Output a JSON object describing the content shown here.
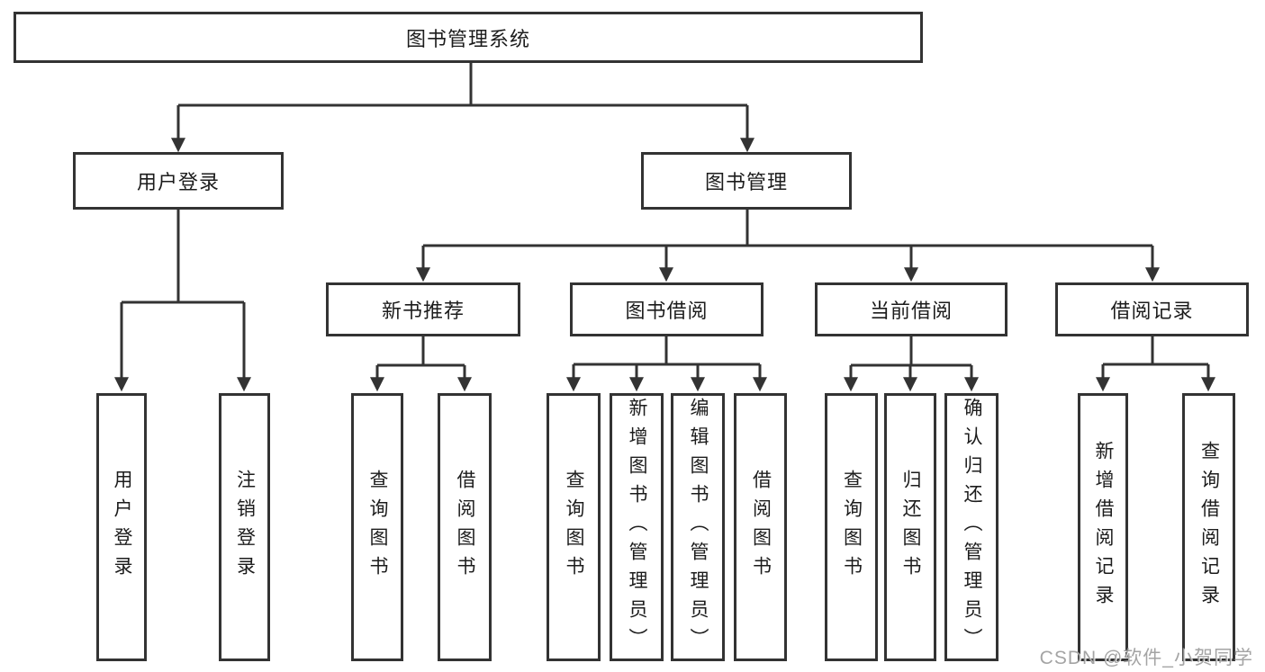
{
  "colors": {
    "line": "#333333",
    "box_border": "#333333",
    "text": "#1c1c1c",
    "watermark": "#949494"
  },
  "tree": {
    "root": "图书管理系统",
    "children": [
      {
        "label": "用户登录",
        "children": [
          "用户登录",
          "注销登录"
        ]
      },
      {
        "label": "图书管理",
        "children": [
          {
            "label": "新书推荐",
            "children": [
              "查询图书",
              "借阅图书"
            ]
          },
          {
            "label": "图书借阅",
            "children": [
              "查询图书",
              "新增图书（管理员）",
              "编辑图书（管理员）",
              "借阅图书"
            ]
          },
          {
            "label": "当前借阅",
            "children": [
              "查询图书",
              "归还图书",
              "确认归还（管理员）"
            ]
          },
          {
            "label": "借阅记录",
            "children": [
              "新增借阅记录",
              "查询借阅记录"
            ]
          }
        ]
      }
    ]
  },
  "watermark": {
    "text": "CSDN @软件_小贺同学"
  }
}
